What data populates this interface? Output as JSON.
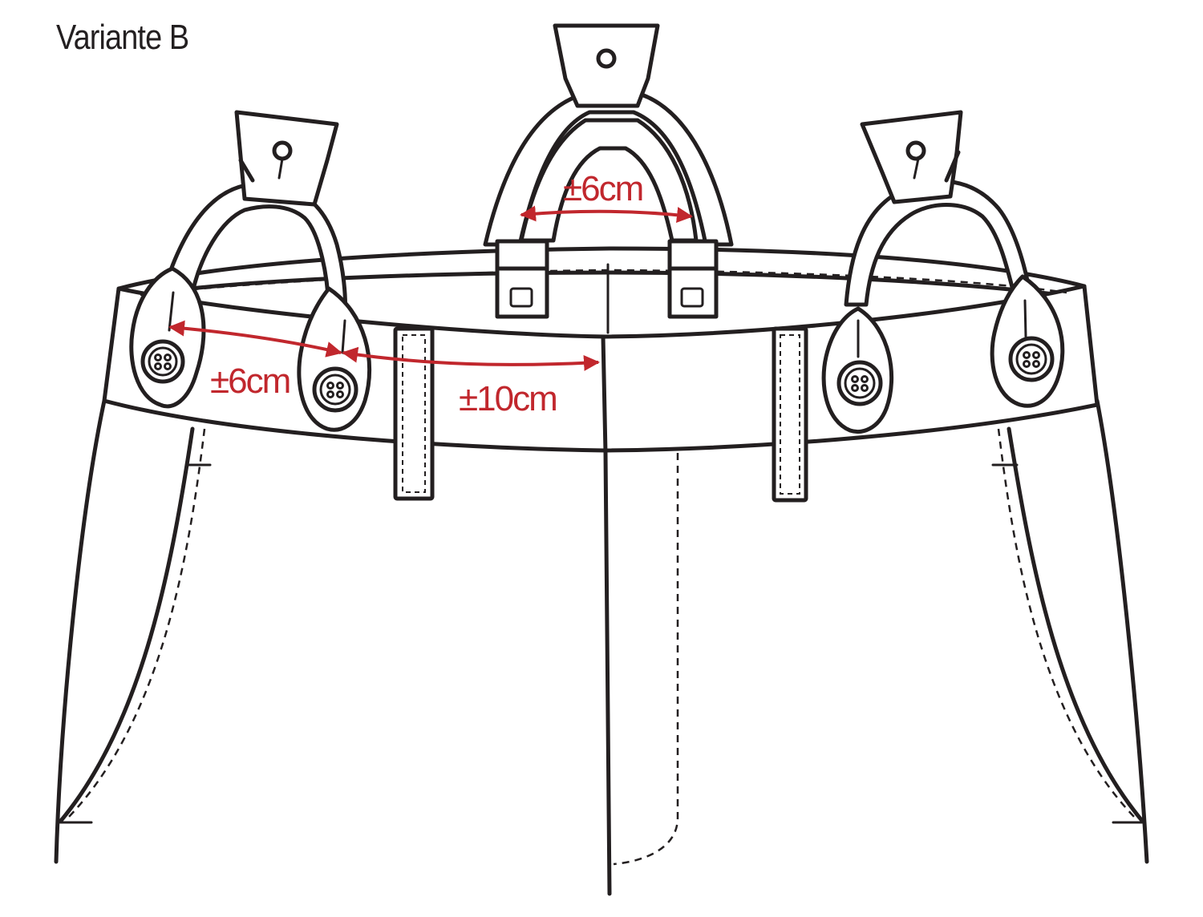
{
  "title": "Variante B",
  "colors": {
    "ink": "#231f20",
    "measure": "#c1272d",
    "background": "#ffffff"
  },
  "measurements": {
    "back_spacing": "±6cm",
    "side_spacing": "±6cm",
    "center_offset": "±10cm"
  }
}
